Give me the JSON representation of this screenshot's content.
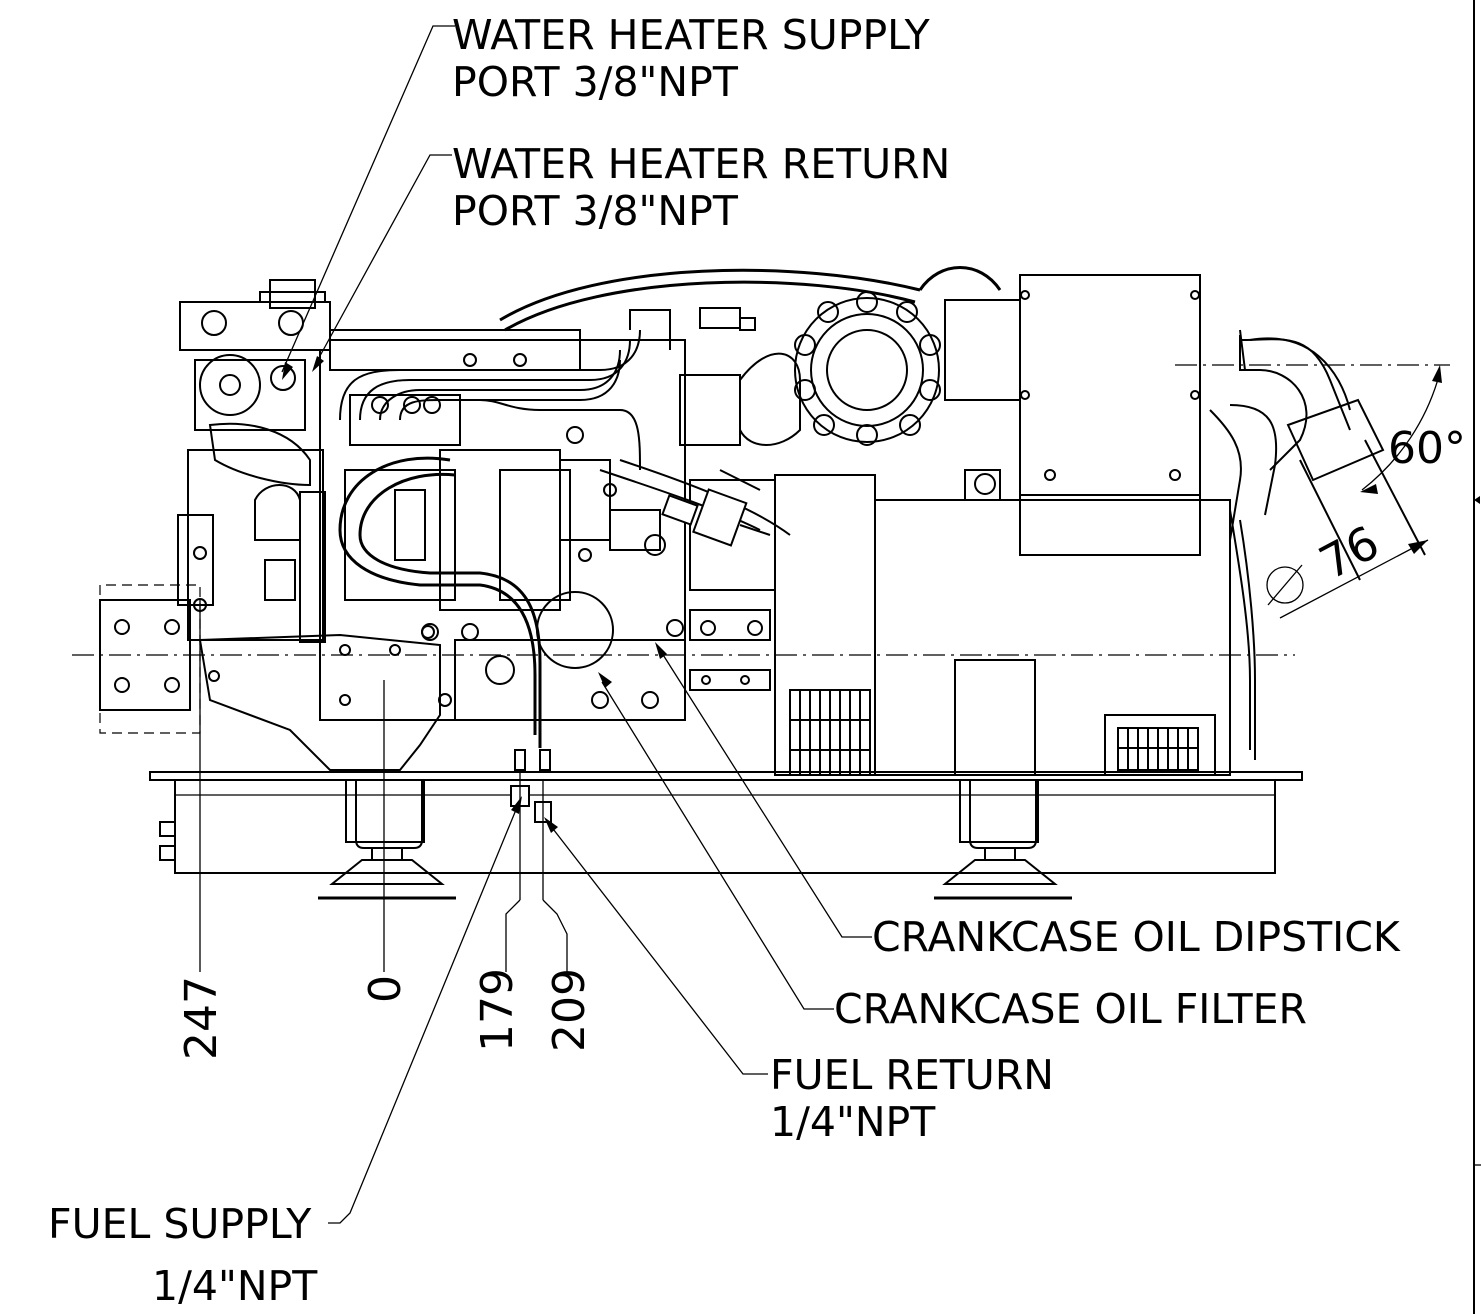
{
  "callouts": {
    "water_heater_supply": [
      "WATER HEATER SUPPLY",
      "PORT 3/8\"NPT"
    ],
    "water_heater_return": [
      "WATER HEATER RETURN",
      "PORT 3/8\"NPT"
    ],
    "crankcase_oil_dipstick": "CRANKCASE OIL DIPSTICK",
    "crankcase_oil_filter": "CRANKCASE OIL FILTER",
    "fuel_return": [
      "FUEL RETURN",
      "1/4\"NPT"
    ],
    "fuel_supply": [
      "FUEL SUPPLY",
      "1/4\"NPT"
    ]
  },
  "dimensions": {
    "d247": "247",
    "d0": "0",
    "d179": "179",
    "d209": "209",
    "exhaust_angle": "60°",
    "exhaust_diameter": "76"
  }
}
